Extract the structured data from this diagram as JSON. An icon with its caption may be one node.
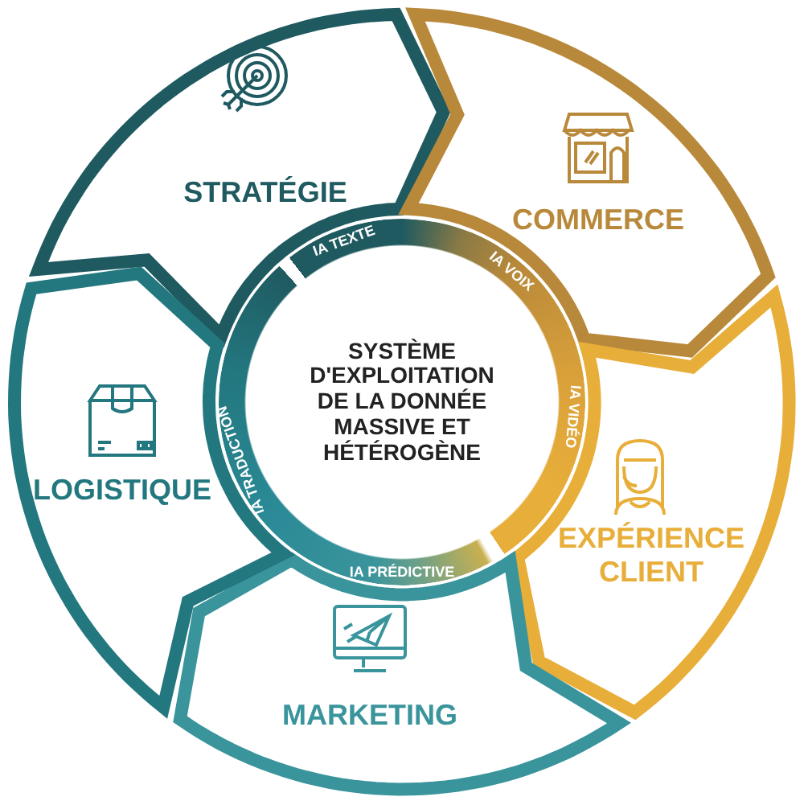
{
  "diagram": {
    "nodes": [
      {
        "text": [
          "SYSTÈME D'EXPLOITATION DE LA DONNÉE MASSIVE ET HÉTÉROGÈNE"
        ],
        "in": 1
      },
      {
        "text": [
          "IA TEXTE",
          "IA VOIX",
          "IA VIDÉO",
          "IA PRÉDICTIVE",
          "IA TRADUCTION"
        ]
      },
      {
        "text": [
          "STRATÉGIE"
        ]
      },
      {
        "text": [
          "COMMERCE"
        ]
      },
      {
        "text": [
          "EXPÉRIENCE CLIENT"
        ]
      },
      {
        "text": [
          "MARKETING"
        ]
      },
      {
        "text": [
          "LOGISTIQUE"
        ]
      }
    ]
  }
}
